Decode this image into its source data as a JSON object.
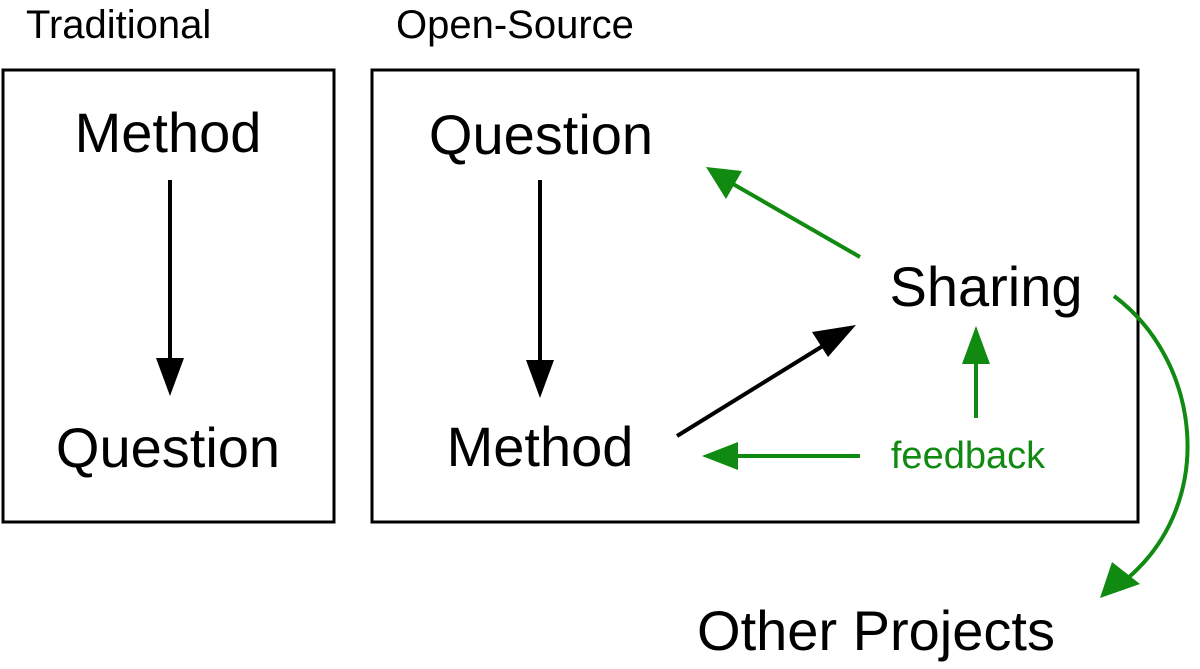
{
  "colors": {
    "ink": "#000000",
    "accent": "#118a11",
    "background": "#ffffff"
  },
  "traditional": {
    "title": "Traditional",
    "top_label": "Method",
    "bottom_label": "Question"
  },
  "open_source": {
    "title": "Open-Source",
    "question": "Question",
    "method": "Method",
    "sharing": "Sharing",
    "feedback": "feedback"
  },
  "other_projects": "Other Projects"
}
